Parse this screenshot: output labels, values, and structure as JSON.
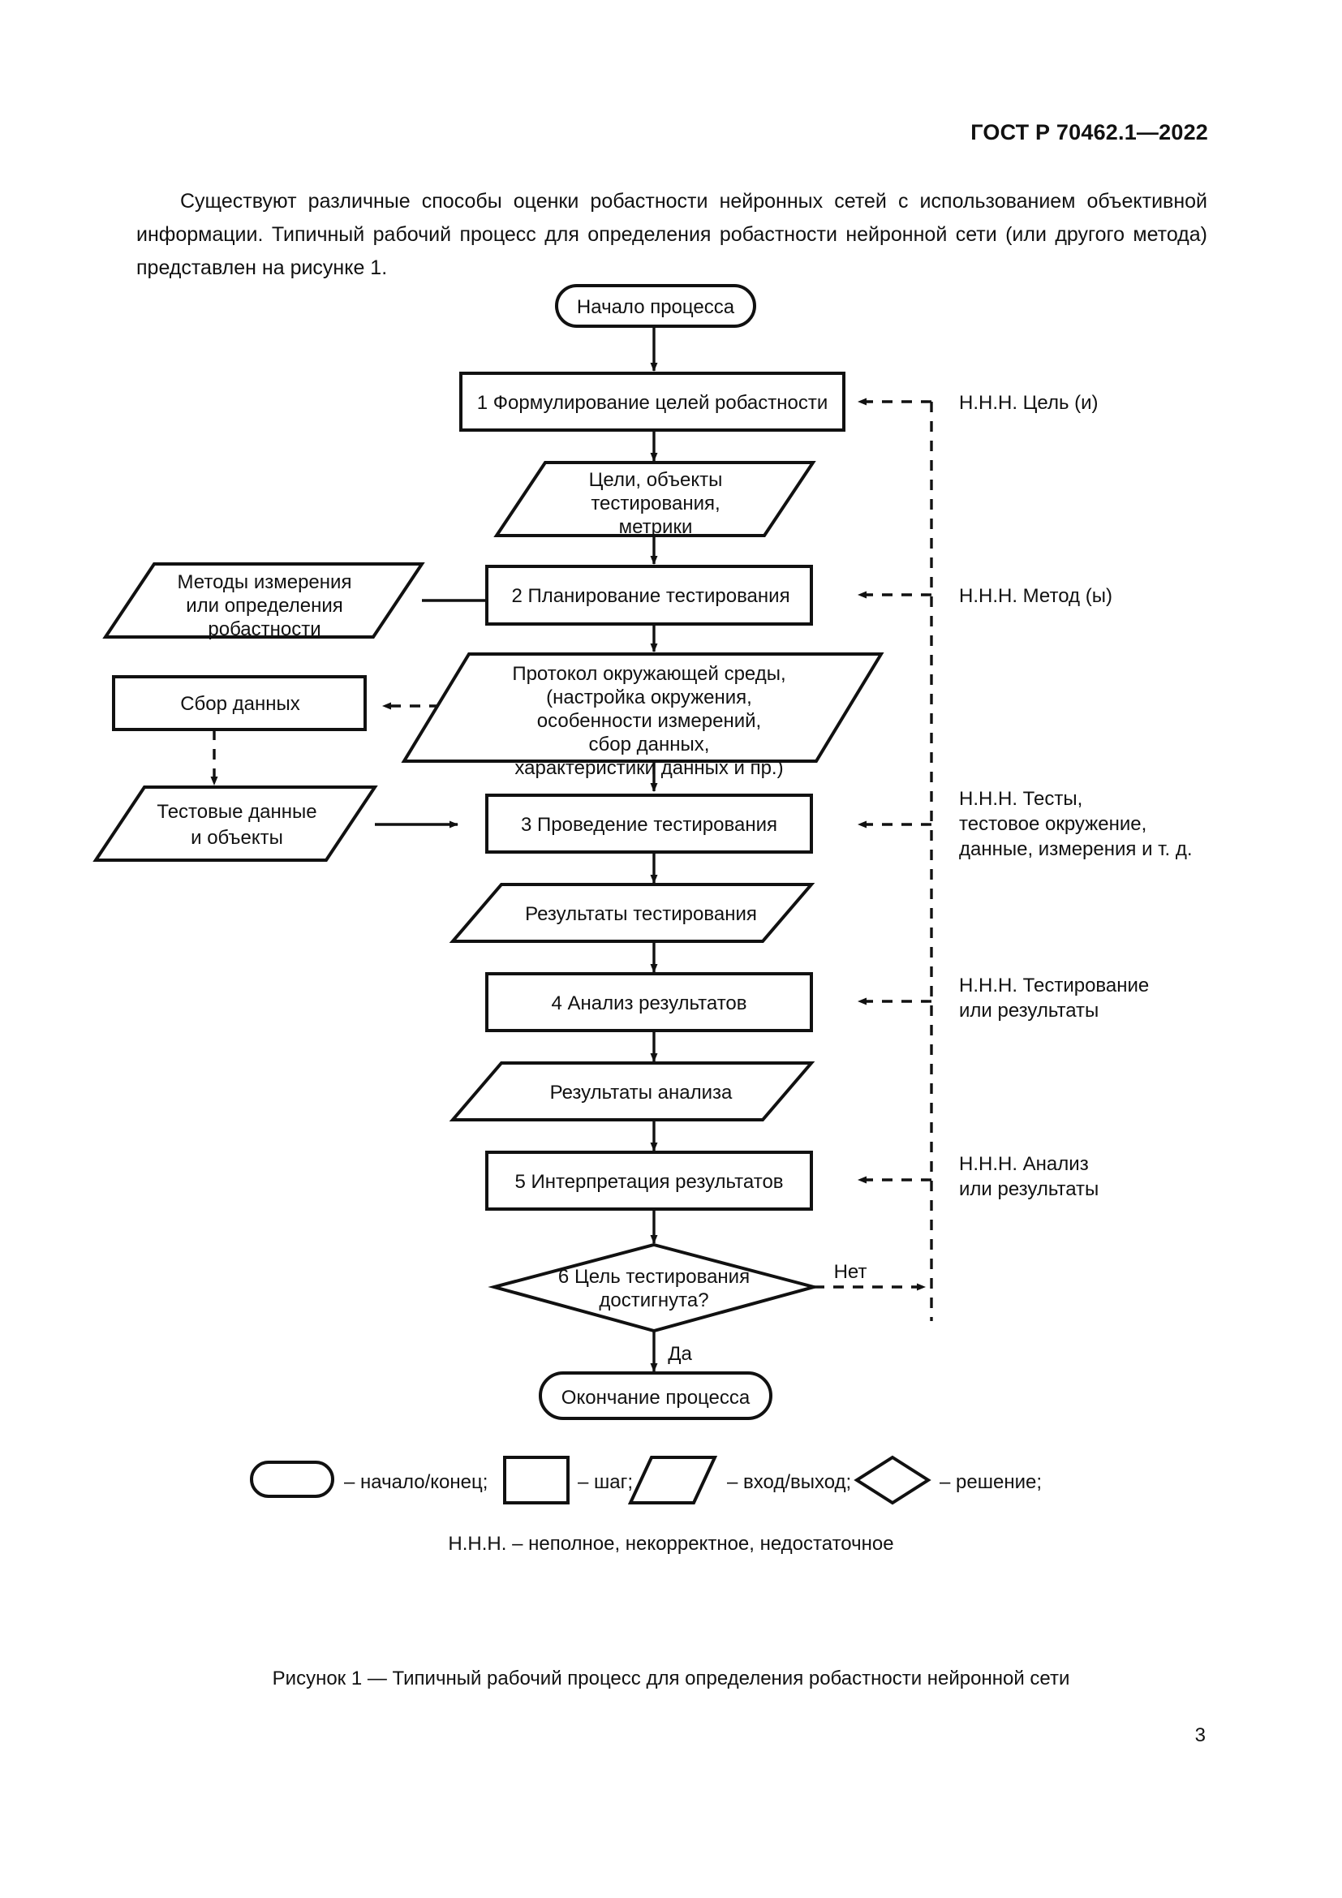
{
  "header": {
    "standard": "ГОСТ Р 70462.1—2022"
  },
  "body": {
    "paragraph": "Существуют различные способы оценки робастности нейронных сетей с использованием объективной информации. Типичный рабочий процесс для определения робастности нейронной сети (или другого метода) представлен на рисунке 1."
  },
  "figure": {
    "caption": "Рисунок 1 — Типичный рабочий процесс для определения робастности нейронной сети",
    "nodes": {
      "start": "Начало процесса",
      "step1": "1 Формулирование целей робастности",
      "io1_l1": "Цели, объекты",
      "io1_l2": "тестирования,",
      "io1_l3": "метрики",
      "methods_l1": "Методы измерения",
      "methods_l2": "или определения",
      "methods_l3": "робастности",
      "step2": "2 Планирование тестирования",
      "proto_l1": "Протокол окружающей среды,",
      "proto_l2": "(настройка окружения,",
      "proto_l3": "особенности измерений,",
      "proto_l4": "сбор данных,",
      "proto_l5": "характеристики данных и пр.)",
      "collect": "Сбор данных",
      "testdata_l1": "Тестовые данные",
      "testdata_l2": "и объекты",
      "step3": "3 Проведение тестирования",
      "io_testres": "Результаты тестирования",
      "step4": "4 Анализ результатов",
      "io_anres": "Результаты анализа",
      "step5": "5 Интерпретация результатов",
      "decision_l1": "6 Цель тестирования",
      "decision_l2": "достигнута?",
      "end": "Окончание процесса"
    },
    "edge_labels": {
      "no": "Нет",
      "yes": "Да"
    },
    "annotations": {
      "a1": "Н.Н.Н. Цель (и)",
      "a2": "Н.Н.Н. Метод (ы)",
      "a3_l1": "Н.Н.Н. Тесты,",
      "a3_l2": "тестовое окружение,",
      "a3_l3": "данные, измерения и т. д.",
      "a4_l1": "Н.Н.Н. Тестирование",
      "a4_l2": "или результаты",
      "a5_l1": "Н.Н.Н. Анализ",
      "a5_l2": "или результаты"
    },
    "legend": {
      "terminator": "– начало/конец;",
      "step": "– шаг;",
      "io": "– вход/выход;",
      "decision": "– решение;",
      "note": "Н.Н.Н. – неполное, некорректное, недостаточное"
    }
  },
  "footer": {
    "page_number": "3"
  },
  "colors": {
    "ink": "#111111",
    "paper": "#ffffff"
  }
}
